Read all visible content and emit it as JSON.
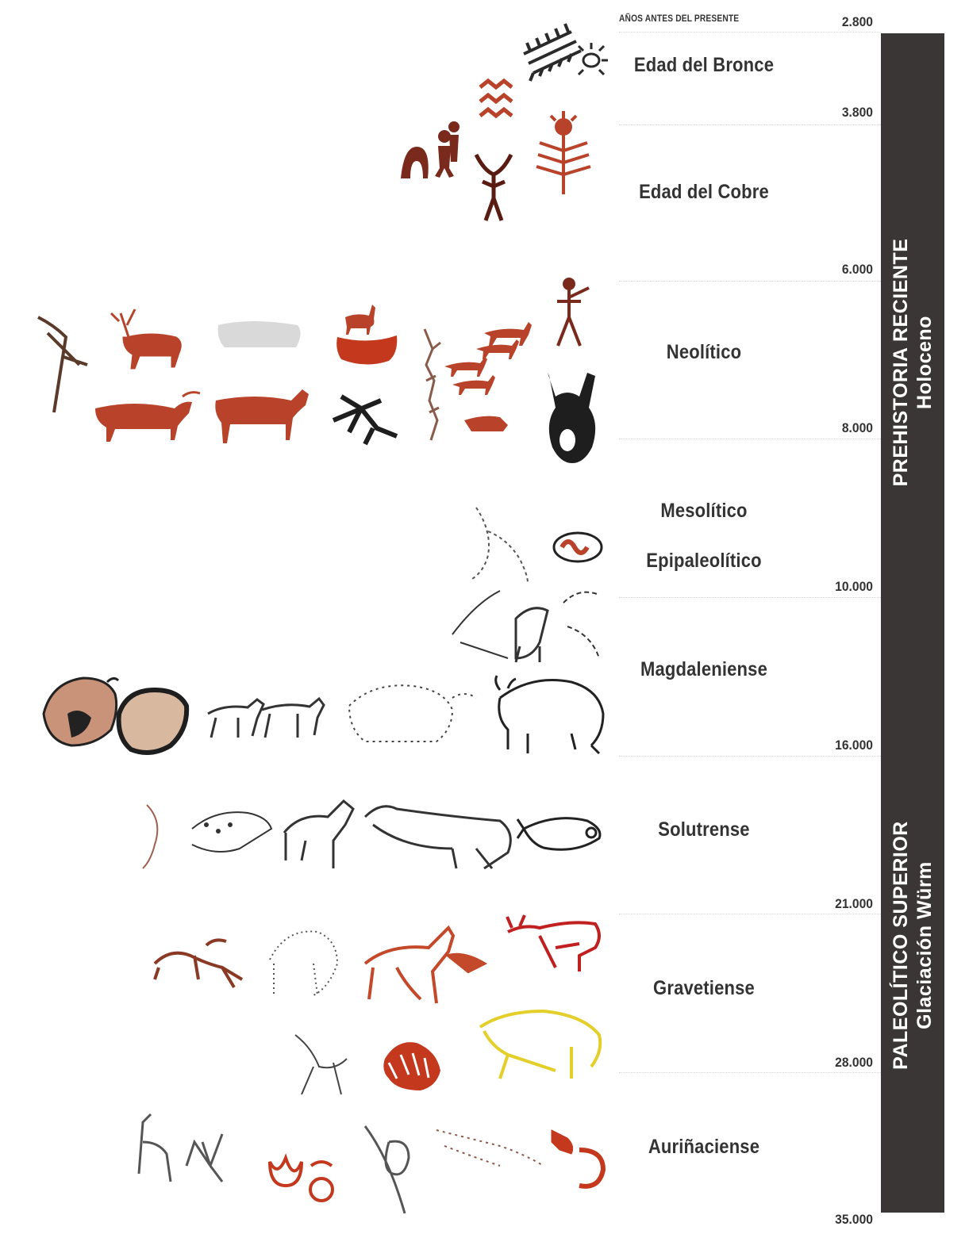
{
  "header": {
    "years_caption": "AÑOS ANTES DEL PRESENTE"
  },
  "years": [
    "2.800",
    "3.800",
    "6.000",
    "8.000",
    "10.000",
    "16.000",
    "21.000",
    "28.000",
    "35.000"
  ],
  "periods": [
    {
      "name": "Edad del Bronce"
    },
    {
      "name": "Edad del Cobre"
    },
    {
      "name": "Neolítico"
    },
    {
      "name": "Mesolítico"
    },
    {
      "name": "Epipaleolítico"
    },
    {
      "name": "Magdaleniense"
    },
    {
      "name": "Solutrense"
    },
    {
      "name": "Gravetiense"
    },
    {
      "name": "Auriñaciense"
    }
  ],
  "eras": [
    {
      "title": "PREHISTORIA RECIENTE",
      "subtitle": "Holoceno"
    },
    {
      "title": "PALEOLÍTICO SUPERIOR",
      "subtitle": "Glaciación Würm"
    }
  ],
  "colors": {
    "bar": "#3a3635",
    "ochre_red": "#b8432a",
    "dark_red": "#7a2a1c",
    "black_line": "#2a2a2a",
    "yellow": "#e4cf2a"
  },
  "figures": {
    "bronze": [
      "comb-sign",
      "sun-sign"
    ],
    "copper": [
      "anthropomorph-group",
      "zigzag-sign",
      "horned-figure",
      "solar-figure"
    ],
    "neolithic": [
      "bird-figure",
      "red-deer",
      "pale-goat",
      "small-goat",
      "boat-figure",
      "archer",
      "deer-herd",
      "red-bull",
      "red-horse",
      "black-figure",
      "goat-column",
      "hunter",
      "black-masked-figure"
    ],
    "mesolithic": [
      "dotted-figure",
      "oval-pebble"
    ],
    "magdalenian": [
      "line-ibex",
      "line-deer",
      "line-goat",
      "polychrome-bison",
      "black-bison",
      "two-horses",
      "dotted-bison",
      "bison-outline"
    ],
    "solutrean": [
      "small-curve",
      "dotted-animal",
      "goat-outline",
      "long-animal",
      "fish-outline"
    ],
    "gravettian": [
      "running-red-animal",
      "dotted-deer",
      "red-horse-group",
      "red-deer-outline",
      "line-deer-small",
      "hand-print-group",
      "yellow-bison"
    ],
    "aurignacian": [
      "line-figures",
      "vulva-signs",
      "tall-vulva",
      "dotted-frieze",
      "hand-and-curve"
    ]
  }
}
